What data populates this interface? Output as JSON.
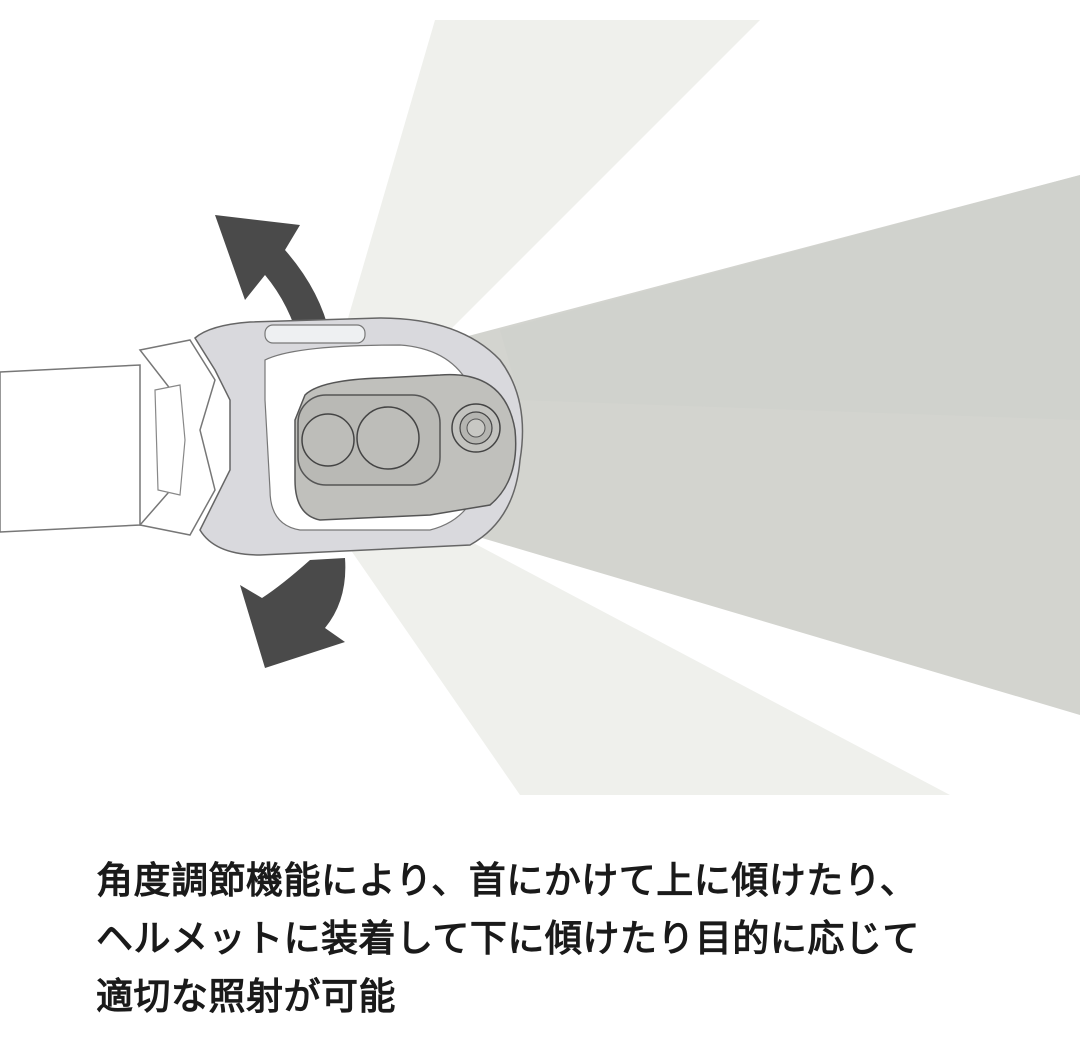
{
  "illustration": {
    "subject": "headlamp-tilt-adjustment",
    "colors": {
      "wide_beam": "#eff0ec",
      "narrow_beam": "#d3d4cf",
      "arrow": "#4a4a4a",
      "lamp_body": "#d9d9dd",
      "lamp_face": "#b9b9b5",
      "outline": "#555555",
      "strap": "#ffffff"
    }
  },
  "caption": {
    "lines": [
      "角度調節機能により、首にかけて上に傾けたり、",
      "ヘルメットに装着して下に傾けたり目的に応じて",
      "適切な照射が可能"
    ]
  }
}
